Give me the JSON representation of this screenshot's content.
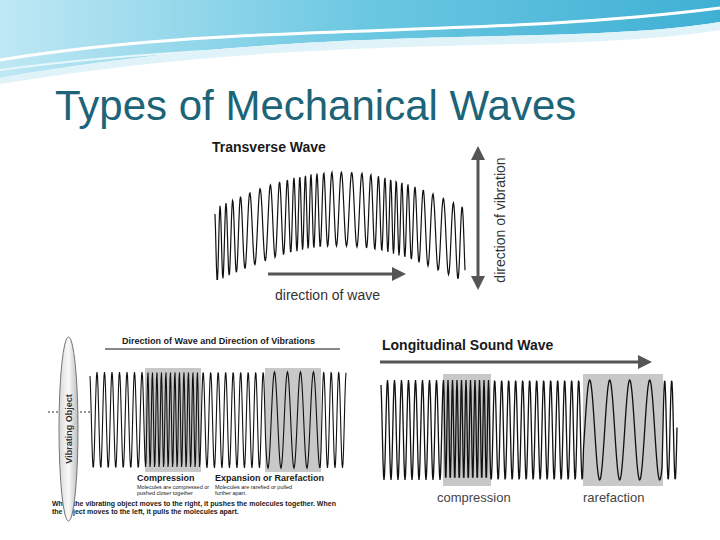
{
  "diagram": {
    "title": "Types of Mechanical Waves",
    "nodes": [
      {
        "text": [
          "Vibrating Object"
        ]
      }
    ],
    "labels": [
      "Transverse Wave",
      "direction of wave",
      "direction of vibration",
      "Direction of Wave and Direction of Vibrations",
      "Compression",
      "Molecules are compressed or pushed closer together",
      "Expansion or Rarefaction",
      "Molecules are rarefied or pulled further apart.",
      "When the vibrating object moves to the right, it pushes the molecules together. When the object moves to the left, it pulls the molecules apart.",
      "Longitudinal Sound Wave",
      "compression",
      "rarefaction"
    ]
  }
}
